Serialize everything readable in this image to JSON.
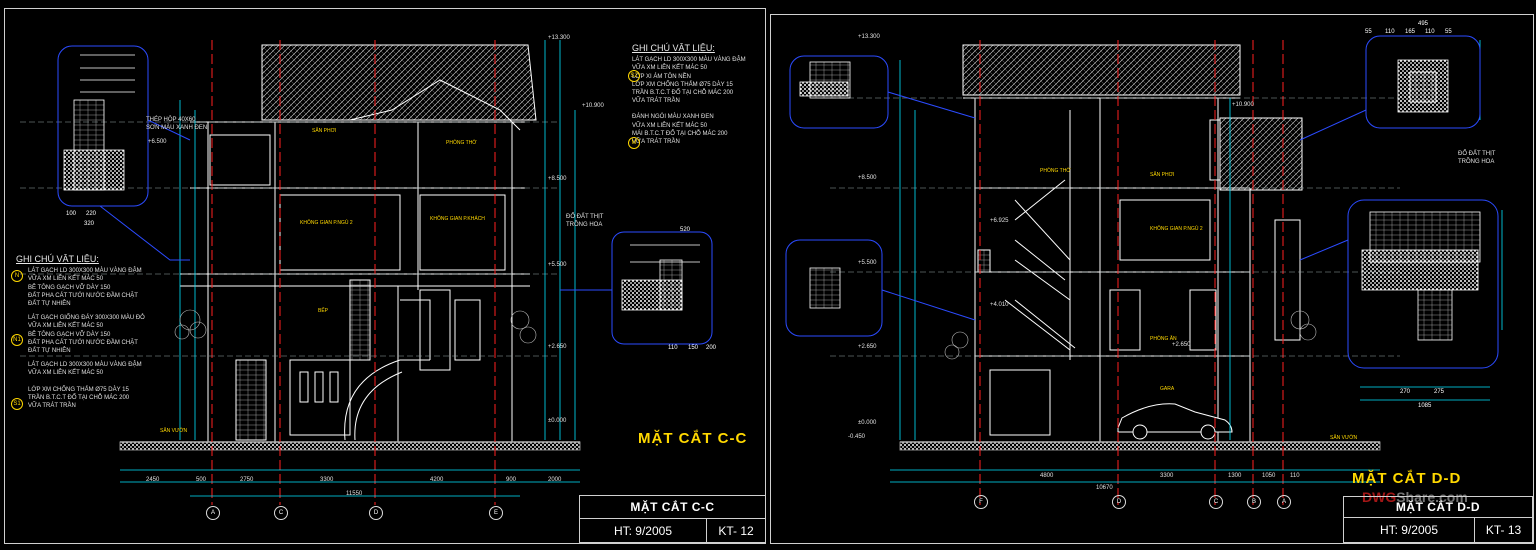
{
  "left_sheet": {
    "section_title": "MẶT CẮT C-C",
    "titleblock": {
      "title": "MẶT CẮT C-C",
      "date": "HT: 9/2005",
      "sheet_no": "KT- 12"
    },
    "notes_top": {
      "heading": "GHI CHÚ VẬT LIỆU:",
      "groups": [
        {
          "tag": "S2",
          "lines": [
            "LÁT GẠCH LD 300X300 MÀU VÀNG ĐẬM",
            "VỮA XM LIÊN KẾT MÁC 50",
            "LỚP XI ÁM TÔN NỀN",
            "LỚP XM CHỐNG THẤM Ø75 DÀY 15",
            "TRẦN B.T.C.T ĐỔ TẠI CHỖ MÁC 200",
            "VỮA TRÁT TRẦN"
          ]
        },
        {
          "tag": "M",
          "lines": [
            "ĐÁNH NGÓI MÀU XANH ĐEN",
            "VỮA XM LIÊN KẾT MÁC 50",
            "MÁI B.T.C.T ĐỔ TẠI CHỖ MÁC 200",
            "VỮA TRÁT TRẦN"
          ]
        }
      ]
    },
    "notes_left": {
      "heading": "GHI CHÚ VẬT LIỆU:",
      "groups": [
        {
          "tag": "N",
          "lines": [
            "LÁT GẠCH LD 300X300 MÀU VÀNG ĐẬM",
            "VỮA XM LIÊN KẾT MÁC 50",
            "BÊ TÔNG GẠCH VỠ DÀY 150",
            "ĐẤT PHA CÁT TƯỚI NƯỚC ĐẦM CHẶT",
            "ĐẤT TỰ NHIÊN"
          ]
        },
        {
          "tag": "N1",
          "lines": [
            "LÁT GẠCH GIỐNG ĐÁY 300X300 MÀU ĐỎ",
            "VỮA XM LIÊN KẾT MÁC 50",
            "BÊ TÔNG GẠCH VỠ DÀY 150",
            "ĐẤT PHA CÁT TƯỚI NƯỚC ĐẦM CHẶT",
            "ĐẤT TỰ NHIÊN"
          ]
        },
        {
          "tag": "S1",
          "lines": [
            "LÁT GẠCH LD 300X300 MÀU VÀNG ĐẬM",
            "VỮA XM LIÊN KẾT MÁC 50",
            "",
            "LỚP XM CHỐNG THẤM Ø75 DÀY 15",
            "TRẦN B.T.C.T ĐỔ TẠI CHỖ MÁC 200",
            "VỮA TRÁT TRẦN"
          ]
        }
      ]
    },
    "levels": [
      "+13.300",
      "+10.900",
      "+8.500",
      "+5.500",
      "+2.650",
      "±0.000",
      "+6.500"
    ],
    "rooms": [
      "SÂN PHƠI",
      "PHÒNG THỜ",
      "KHÔNG GIAN P.NGỦ 2",
      "KHÔNG GIAN P.KHÁCH",
      "BẾP",
      "SÂN VƯỜN"
    ],
    "grid_labels": [
      "A",
      "C",
      "D",
      "E"
    ],
    "bottom_dims": [
      "2450",
      "500",
      "2750",
      "3300",
      "4200",
      "900",
      "2000"
    ],
    "total_dim": "11550",
    "detail_notes": [
      "THÉP HỘP 40X60",
      "SƠN MÀU XANH ĐEN",
      "ĐỔ ĐẤT THỊT",
      "TRỒNG HOA"
    ],
    "detail_dims": [
      "100",
      "220",
      "320",
      "520",
      "150",
      "110",
      "200"
    ]
  },
  "right_sheet": {
    "section_title": "MẶT CẮT D-D",
    "titleblock": {
      "title": "MẶT CẮT D-D",
      "date": "HT: 9/2005",
      "sheet_no": "KT- 13"
    },
    "levels": [
      "+13.300",
      "+10.900",
      "+8.500",
      "+6.925",
      "+5.500",
      "+4.010",
      "+2.650",
      "±0.000",
      "-0.450",
      "+2.650"
    ],
    "rooms": [
      "PHÒNG THỜ",
      "SÂN PHƠI",
      "KHÔNG GIAN P.NGỦ 2",
      "PHÒNG ĂN",
      "GARA",
      "SÂN VƯỜN"
    ],
    "grid_labels": [
      "F",
      "D",
      "C",
      "B",
      "A"
    ],
    "bottom_dims": [
      "4800",
      "3300",
      "1300",
      "1050",
      "110"
    ],
    "total_dim": "10670",
    "detail_notes": [
      "ĐỔ ĐẤT THỊT",
      "TRỒNG HOA"
    ],
    "detail_dims": [
      "55",
      "110",
      "165",
      "110",
      "55",
      "495",
      "270",
      "275",
      "1085"
    ]
  },
  "watermark": {
    "part1": "DWG",
    "part2": "Share.com"
  },
  "colors": {
    "background": "#000000",
    "lines": "#ffffff",
    "dims": "#00e5ff",
    "callout": "#2b4bff",
    "axis": "#ff2020",
    "title": "#ffd800",
    "tag": "#0000cc"
  }
}
